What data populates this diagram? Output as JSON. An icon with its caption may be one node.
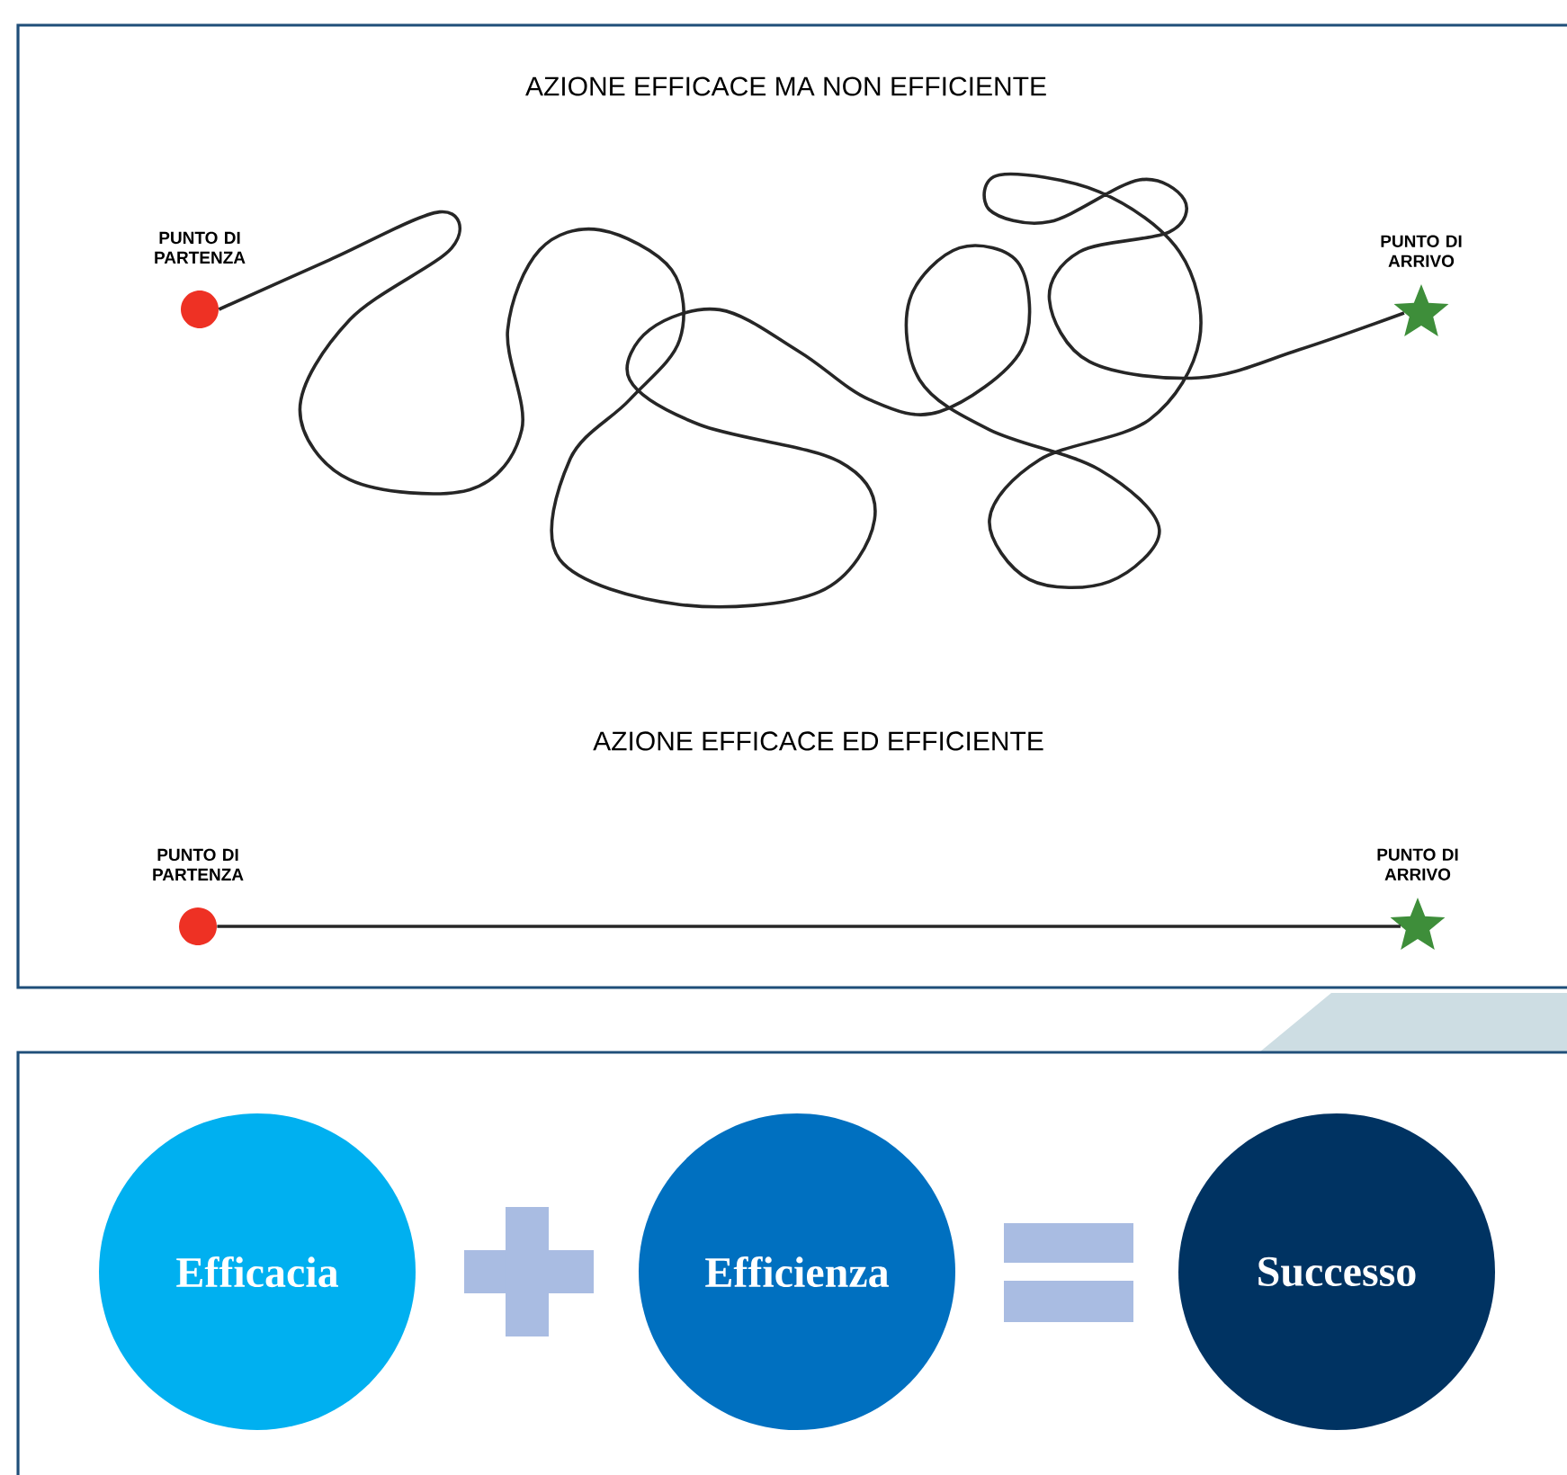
{
  "diagram": {
    "nodes": [
      {
        "text": [],
        "shape": "circle",
        "beside": [
          "PUNTO DI PARTENZA"
        ]
      },
      {
        "text": [],
        "shape": "star",
        "beside": [
          "PUNTO DI ARRIVO"
        ]
      },
      {
        "text": [],
        "shape": "circle",
        "beside": [
          "PUNTO DI PARTENZA"
        ]
      },
      {
        "text": [],
        "shape": "star",
        "beside": [
          "PUNTO DI ARRIVO"
        ]
      },
      {
        "text": [
          "Efficacia"
        ]
      },
      {
        "text": [
          "Efficienza"
        ]
      },
      {
        "text": [
          "Successo"
        ]
      }
    ],
    "edges": [
      {
        "from": 0,
        "to": 1,
        "arrow": "none"
      },
      {
        "from": 2,
        "to": 3,
        "arrow": "none"
      }
    ],
    "labels": [
      "AZIONE EFFICACE MA NON EFFICIENTE",
      "AZIONE EFFICACE ED EFFICIENTE"
    ]
  }
}
